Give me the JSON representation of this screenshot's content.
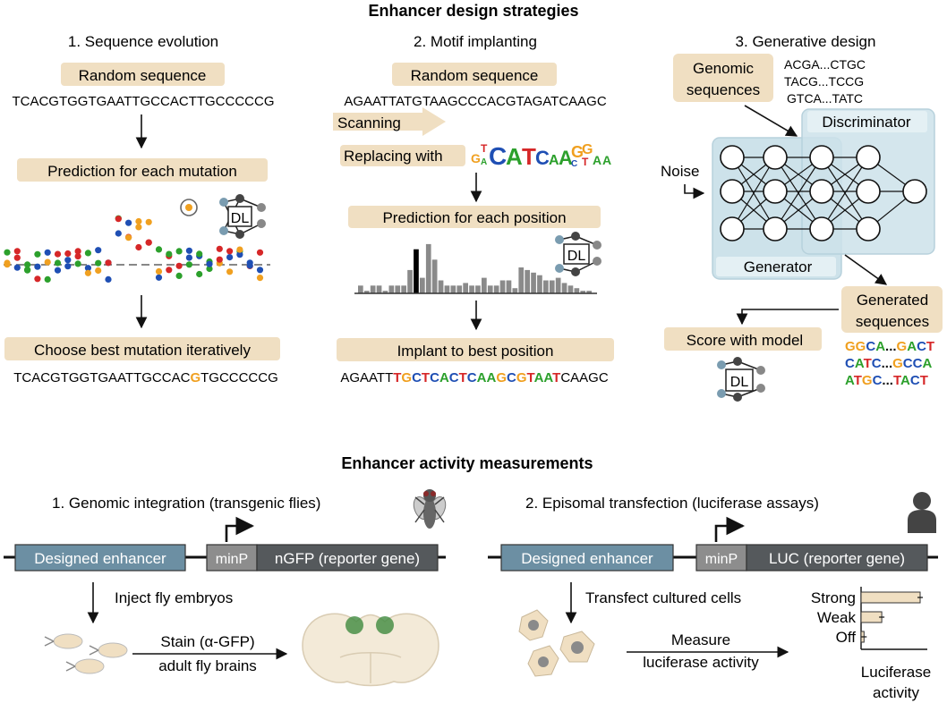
{
  "colors": {
    "beige": "#f0dfc2",
    "steel_blue": "#6c8fa3",
    "dark_gray": "#55595c",
    "mid_gray": "#8d8d8d",
    "light_blue": "#cde2ea",
    "nuc_A": "#2ca02c",
    "nuc_C": "#1f4fb4",
    "nuc_G": "#f0a020",
    "nuc_T": "#d62728"
  },
  "top": {
    "title": "Enhancer design strategies",
    "col1": {
      "heading": "1. Sequence evolution",
      "random_label": "Random sequence",
      "sequence": "TCACGTGGTGAATTGCCACTTGCCCCCG",
      "prediction_label": "Prediction for each mutation",
      "choose_label": "Choose best mutation iteratively",
      "final_prefix": "TCACGTGGTGAATTGCCAC",
      "final_mut": "G",
      "final_suffix": "TGCCCCCG",
      "dl": "DL"
    },
    "col2": {
      "heading": "2. Motif implanting",
      "random_label": "Random sequence",
      "sequence": "AGAATTATGTAAGCCCACGTAGATCAAGC",
      "scanning": "Scanning",
      "replacing": "Replacing with",
      "prediction_label": "Prediction for each position",
      "implant_label": "Implant to best position",
      "final_prefix": "AGAATT",
      "final_motif": "TGCTCACTCAAGCGTAAT",
      "final_suffix": "CAAGC",
      "dl": "DL",
      "bars": [
        0.15,
        0.05,
        0.15,
        0.15,
        0.05,
        0.15,
        0.15,
        0.15,
        0.45,
        0.85,
        0.3,
        0.95,
        0.65,
        0.25,
        0.15,
        0.15,
        0.15,
        0.2,
        0.15,
        0.15,
        0.3,
        0.15,
        0.15,
        0.25,
        0.25,
        0.1,
        0.5,
        0.45,
        0.4,
        0.35,
        0.25,
        0.25,
        0.3,
        0.2,
        0.15,
        0.1,
        0.05,
        0.05
      ],
      "best_bar_index": 9
    },
    "col3": {
      "heading": "3. Generative design",
      "genomic_label": "Genomic sequences",
      "genomic_seqs": [
        "ACGA...CTGC",
        "TACG...TCCG",
        "GTCA...TATC"
      ],
      "discriminator": "Discriminator",
      "generator": "Generator",
      "noise": "Noise",
      "generated_label": "Generated sequences",
      "score_label": "Score with model",
      "generated_seqs": [
        "GGCA...GACT",
        "CATC...GCCA",
        "ATGC...TACT"
      ],
      "dl": "DL"
    }
  },
  "bottom": {
    "title": "Enhancer activity measurements",
    "left": {
      "heading": "1. Genomic integration (transgenic flies)",
      "enhancer": "Designed enhancer",
      "minp": "minP",
      "reporter": "nGFP (reporter gene)",
      "inject": "Inject fly embryos",
      "stain1": "Stain (α-GFP)",
      "stain2": "adult fly brains"
    },
    "right": {
      "heading": "2. Episomal transfection (luciferase assays)",
      "enhancer": "Designed enhancer",
      "minp": "minP",
      "reporter": "LUC (reporter gene)",
      "transfect": "Transfect cultured cells",
      "measure1": "Measure",
      "measure2": "luciferase activity",
      "chart_labels": [
        "Strong",
        "Weak",
        "Off"
      ],
      "chart_values": [
        1.0,
        0.35,
        0.05
      ],
      "chart_xlabel1": "Luciferase",
      "chart_xlabel2": "activity"
    }
  }
}
